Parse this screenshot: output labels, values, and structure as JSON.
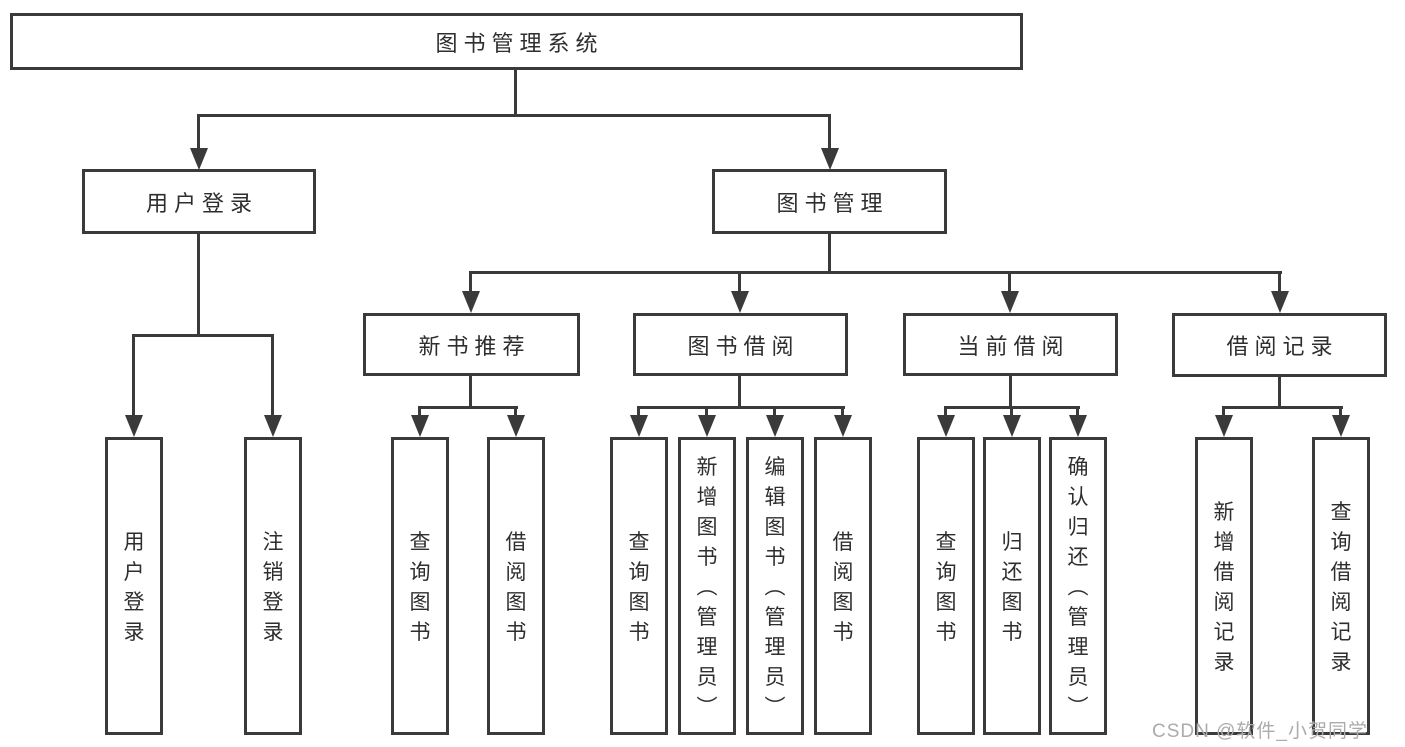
{
  "diagram": {
    "root": "图书管理系统",
    "nodes": {
      "user_login": "用户登录",
      "book_mgmt": "图书管理",
      "new_books": "新书推荐",
      "book_borrow": "图书借阅",
      "current_borrow": "当前借阅",
      "borrow_records": "借阅记录"
    },
    "leaves": {
      "user_login_leaf": "用户登录",
      "logout": "注销登录",
      "nb_query": "查询图书",
      "nb_borrow": "借阅图书",
      "bb_query": "查询图书",
      "bb_add": "新增图书（管理员）",
      "bb_edit": "编辑图书（管理员）",
      "bb_borrow": "借阅图书",
      "cb_query": "查询图书",
      "cb_return": "归还图书",
      "cb_confirm": "确认归还（管理员）",
      "br_add": "新增借阅记录",
      "br_query": "查询借阅记录"
    },
    "watermark": "CSDN @软件_小贺同学",
    "colors": {
      "line": "#3a3a3a",
      "text": "#2e2e2e",
      "background": "#ffffff",
      "watermark": "#ababab"
    }
  }
}
